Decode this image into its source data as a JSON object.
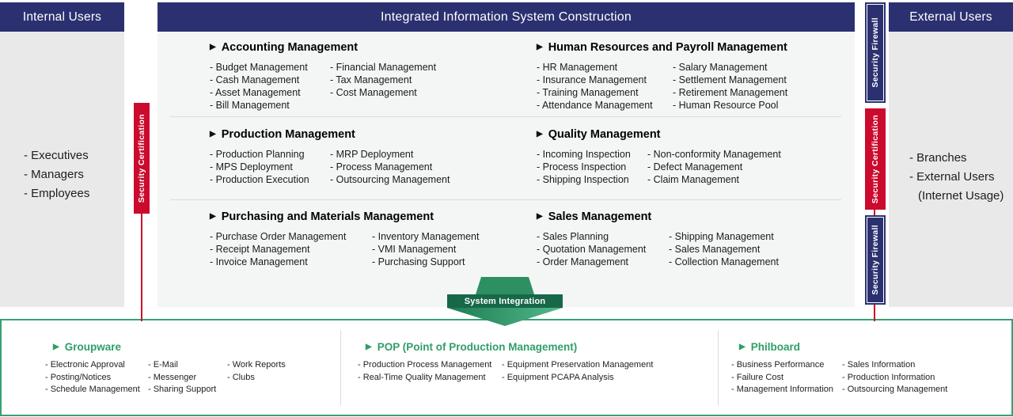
{
  "ui": {
    "bullet": "▶"
  },
  "colors": {
    "navy": "#2b3170",
    "red": "#cb0a2e",
    "green": "#2f9e68",
    "green_dark": "#176749"
  },
  "left_panel": {
    "header": "Internal Users",
    "items": [
      "- Executives",
      "- Managers",
      "- Employees"
    ]
  },
  "right_panel": {
    "header": "External Users",
    "items": [
      "- Branches",
      "- External Users",
      "(Internet Usage)"
    ]
  },
  "security": {
    "left_certification": "Security Certification",
    "right_firewall_top": "Security Firewall",
    "right_certification": "Security Certification",
    "right_firewall_bottom": "Security Firewall"
  },
  "center": {
    "header": "Integrated Information System Construction",
    "modules": [
      {
        "title": "Accounting Management",
        "col1": [
          "- Budget Management",
          "- Cash Management",
          "- Asset Management",
          "- Bill Management"
        ],
        "col2": [
          "- Financial Management",
          "- Tax Management",
          "- Cost Management"
        ]
      },
      {
        "title": "Human Resources and Payroll Management",
        "col1": [
          "- HR Management",
          "- Insurance Management",
          "- Training Management",
          "- Attendance Management"
        ],
        "col2": [
          "- Salary Management",
          "- Settlement Management",
          "- Retirement Management",
          "- Human Resource Pool"
        ]
      },
      {
        "title": "Production Management",
        "col1": [
          "- Production Planning",
          "- MPS Deployment",
          "- Production Execution"
        ],
        "col2": [
          "- MRP Deployment",
          "- Process Management",
          "- Outsourcing Management"
        ]
      },
      {
        "title": "Quality Management",
        "col1": [
          "- Incoming Inspection",
          "- Process Inspection",
          "- Shipping Inspection"
        ],
        "col2": [
          "- Non-conformity Management",
          "- Defect Management",
          "- Claim Management"
        ]
      },
      {
        "title": "Purchasing and Materials Management",
        "col1": [
          "- Purchase Order Management",
          "- Receipt Management",
          "- Invoice Management"
        ],
        "col2": [
          "- Inventory Management",
          "- VMI Management",
          "- Purchasing Support"
        ]
      },
      {
        "title": "Sales Management",
        "col1": [
          "- Sales Planning",
          "- Quotation Management",
          "- Order Management"
        ],
        "col2": [
          "- Shipping Management",
          "- Sales Management",
          "- Collection Management"
        ]
      }
    ]
  },
  "arrow": {
    "label": "System Integration"
  },
  "bottom": {
    "sections": [
      {
        "title": "Groupware",
        "cols": [
          [
            "- Electronic Approval",
            "- Posting/Notices",
            "- Schedule Management"
          ],
          [
            "- E-Mail",
            "- Messenger",
            "- Sharing Support"
          ],
          [
            "- Work Reports",
            "- Clubs"
          ]
        ]
      },
      {
        "title": "POP (Point of Production Management)",
        "cols": [
          [
            "- Production Process Management",
            "- Real-Time Quality Management"
          ],
          [
            "- Equipment Preservation Management",
            "- Equipment PCAPA Analysis"
          ]
        ]
      },
      {
        "title": "Philboard",
        "cols": [
          [
            "- Business Performance",
            "- Failure Cost",
            "- Management Information"
          ],
          [
            "- Sales Information",
            "- Production Information",
            "- Outsourcing Management"
          ]
        ]
      }
    ]
  }
}
